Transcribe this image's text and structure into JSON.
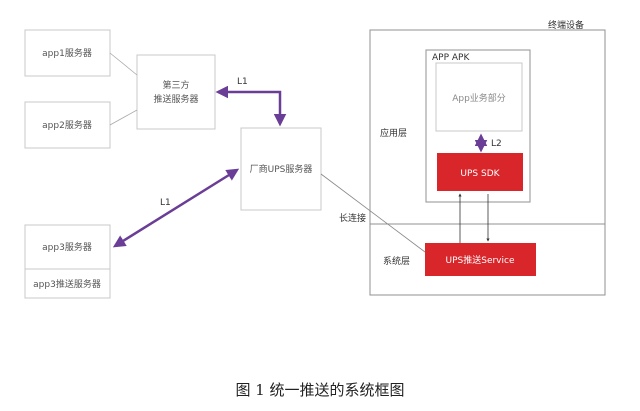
{
  "diagram": {
    "nodes": {
      "app1": "app1服务器",
      "app2": "app2服务器",
      "third_party_line1": "第三方",
      "third_party_line2": "推送服务器",
      "vendor_ups": "厂商UPS服务器",
      "app3": "app3服务器",
      "app3_push": "app3推送服务器",
      "terminal": "终端设备",
      "app_apk": "APP APK",
      "app_business": "App业务部分",
      "ups_sdk": "UPS SDK",
      "ups_service": "UPS推送Service"
    },
    "layers": {
      "application": "应用层",
      "system": "系统层"
    },
    "edges": {
      "l1_top": "L1",
      "l1_left": "L1",
      "l2": "L2",
      "long_connection": "长连接"
    },
    "colors": {
      "box_stroke": "#c8c8c8",
      "terminal_stroke": "#909090",
      "sdk_fill": "#d9262b",
      "arrow_purple": "#6a3d96",
      "text": "#555555"
    }
  },
  "caption": "图 1 统一推送的系统框图"
}
